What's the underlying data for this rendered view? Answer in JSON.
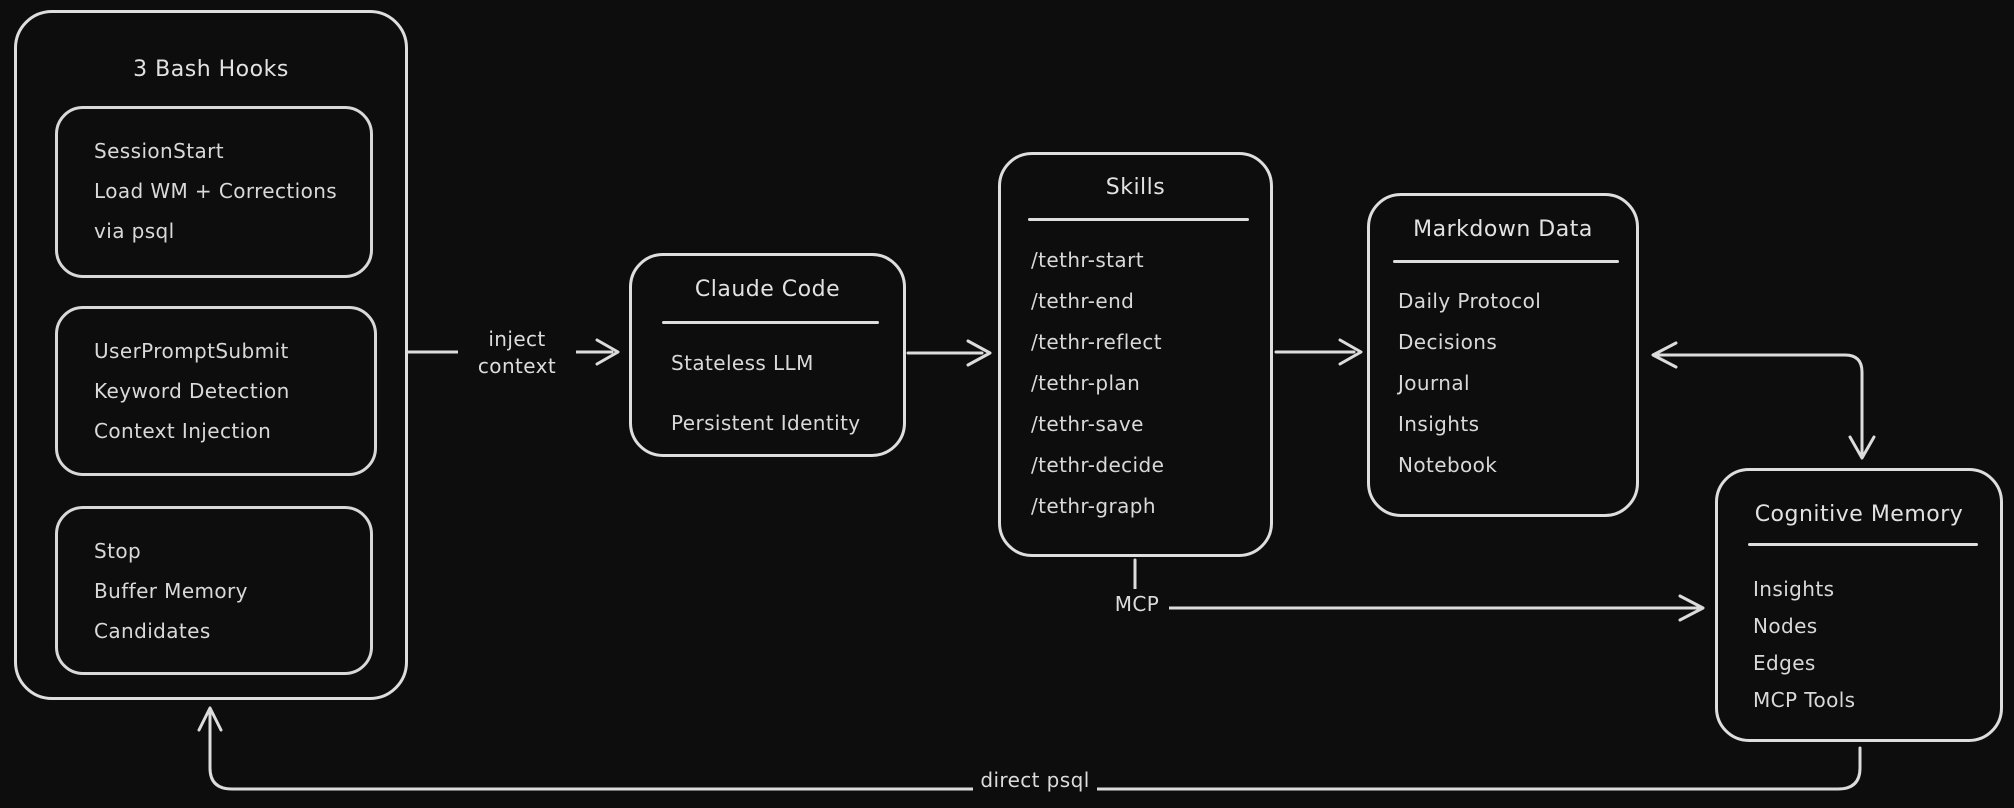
{
  "theme": {
    "background": "#0d0d0d",
    "stroke": "#dedede",
    "text": "#d9d9d9"
  },
  "nodes": {
    "bash_hooks": {
      "title": "3 Bash Hooks",
      "hooks": [
        {
          "lines": [
            "SessionStart",
            "Load WM + Corrections",
            "via psql"
          ]
        },
        {
          "lines": [
            "UserPromptSubmit",
            "Keyword Detection",
            "Context Injection"
          ]
        },
        {
          "lines": [
            "Stop",
            "Buffer Memory",
            "Candidates"
          ]
        }
      ]
    },
    "claude_code": {
      "title": "Claude Code",
      "items": [
        "Stateless LLM",
        "Persistent Identity"
      ]
    },
    "skills": {
      "title": "Skills",
      "items": [
        "/tethr-start",
        "/tethr-end",
        "/tethr-reflect",
        "/tethr-plan",
        "/tethr-save",
        "/tethr-decide",
        "/tethr-graph"
      ]
    },
    "markdown_data": {
      "title": "Markdown Data",
      "items": [
        "Daily Protocol",
        "Decisions",
        "Journal",
        "Insights",
        "Notebook"
      ]
    },
    "cognitive_memory": {
      "title": "Cognitive Memory",
      "items": [
        "Insights",
        "Nodes",
        "Edges",
        "MCP Tools"
      ]
    }
  },
  "edge_labels": {
    "inject_line1": "inject",
    "inject_line2": "context",
    "mcp": "MCP",
    "direct_psql": "direct psql"
  }
}
